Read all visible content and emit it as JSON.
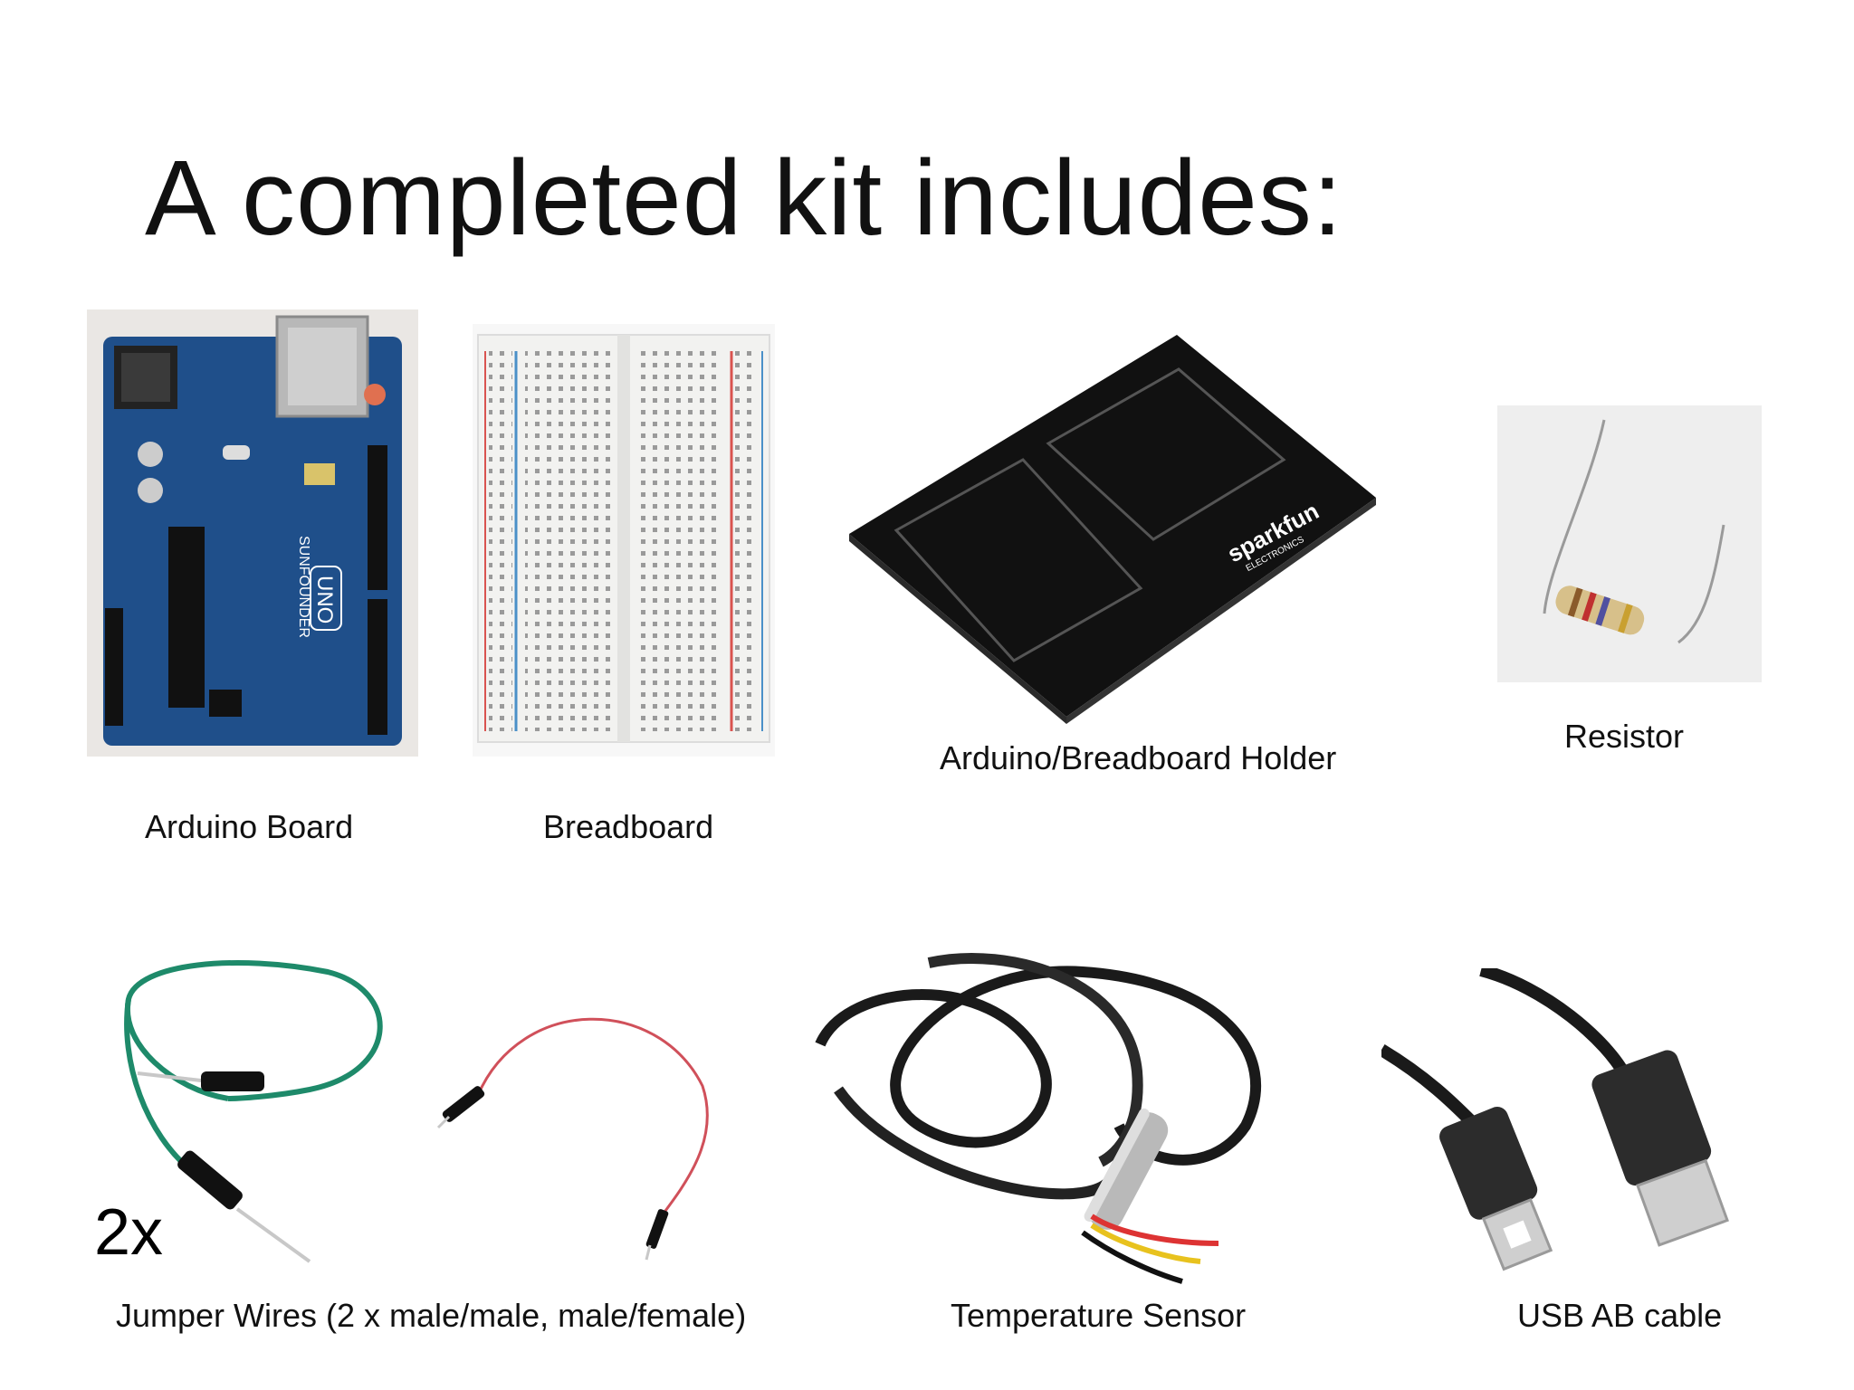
{
  "slide": {
    "title": "A completed kit includes:"
  },
  "items": {
    "arduino_board": "Arduino Board",
    "breadboard": "Breadboard",
    "holder": "Arduino/Breadboard Holder",
    "resistor": "Resistor",
    "jumper_wires": "Jumper Wires (2 x male/male, male/female)",
    "temperature_sensor": "Temperature Sensor",
    "usb_cable": "USB AB cable"
  },
  "jumper_quantity": "2x",
  "photo_labels": {
    "arduino_brand": "SUNFOUNDER",
    "arduino_model": "UNO",
    "holder_brand": "sparkfun",
    "holder_sub": "ELECTRONICS"
  },
  "colors": {
    "arduino_blue": "#1f4f8a",
    "holder_black": "#111111",
    "breadboard_white": "#f2f2f0",
    "rail_red": "#d9534f",
    "rail_blue": "#4a90c8",
    "wire_green": "#1e8a6a",
    "wire_red": "#d0505a"
  }
}
